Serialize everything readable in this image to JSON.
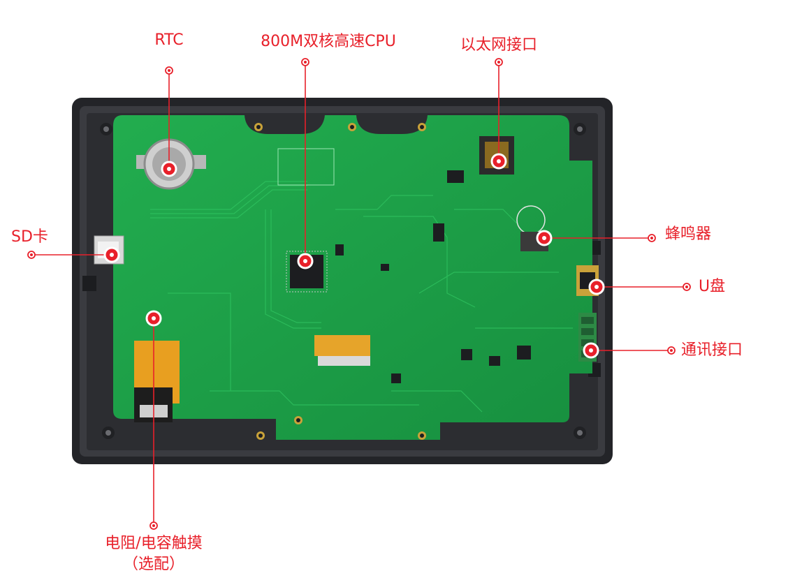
{
  "colors": {
    "accent": "#e8202a",
    "pcb": "#1fa64a",
    "frame": "#2a2b30"
  },
  "callouts": {
    "rtc": "RTC",
    "cpu": "800M双核高速CPU",
    "ethernet": "以太网接口",
    "sd_card": "SD卡",
    "buzzer": "蜂鸣器",
    "usb": "U盘",
    "comm_port": "通讯接口",
    "touch_line1": "电阻/电容触摸",
    "touch_line2": "（选配）"
  }
}
